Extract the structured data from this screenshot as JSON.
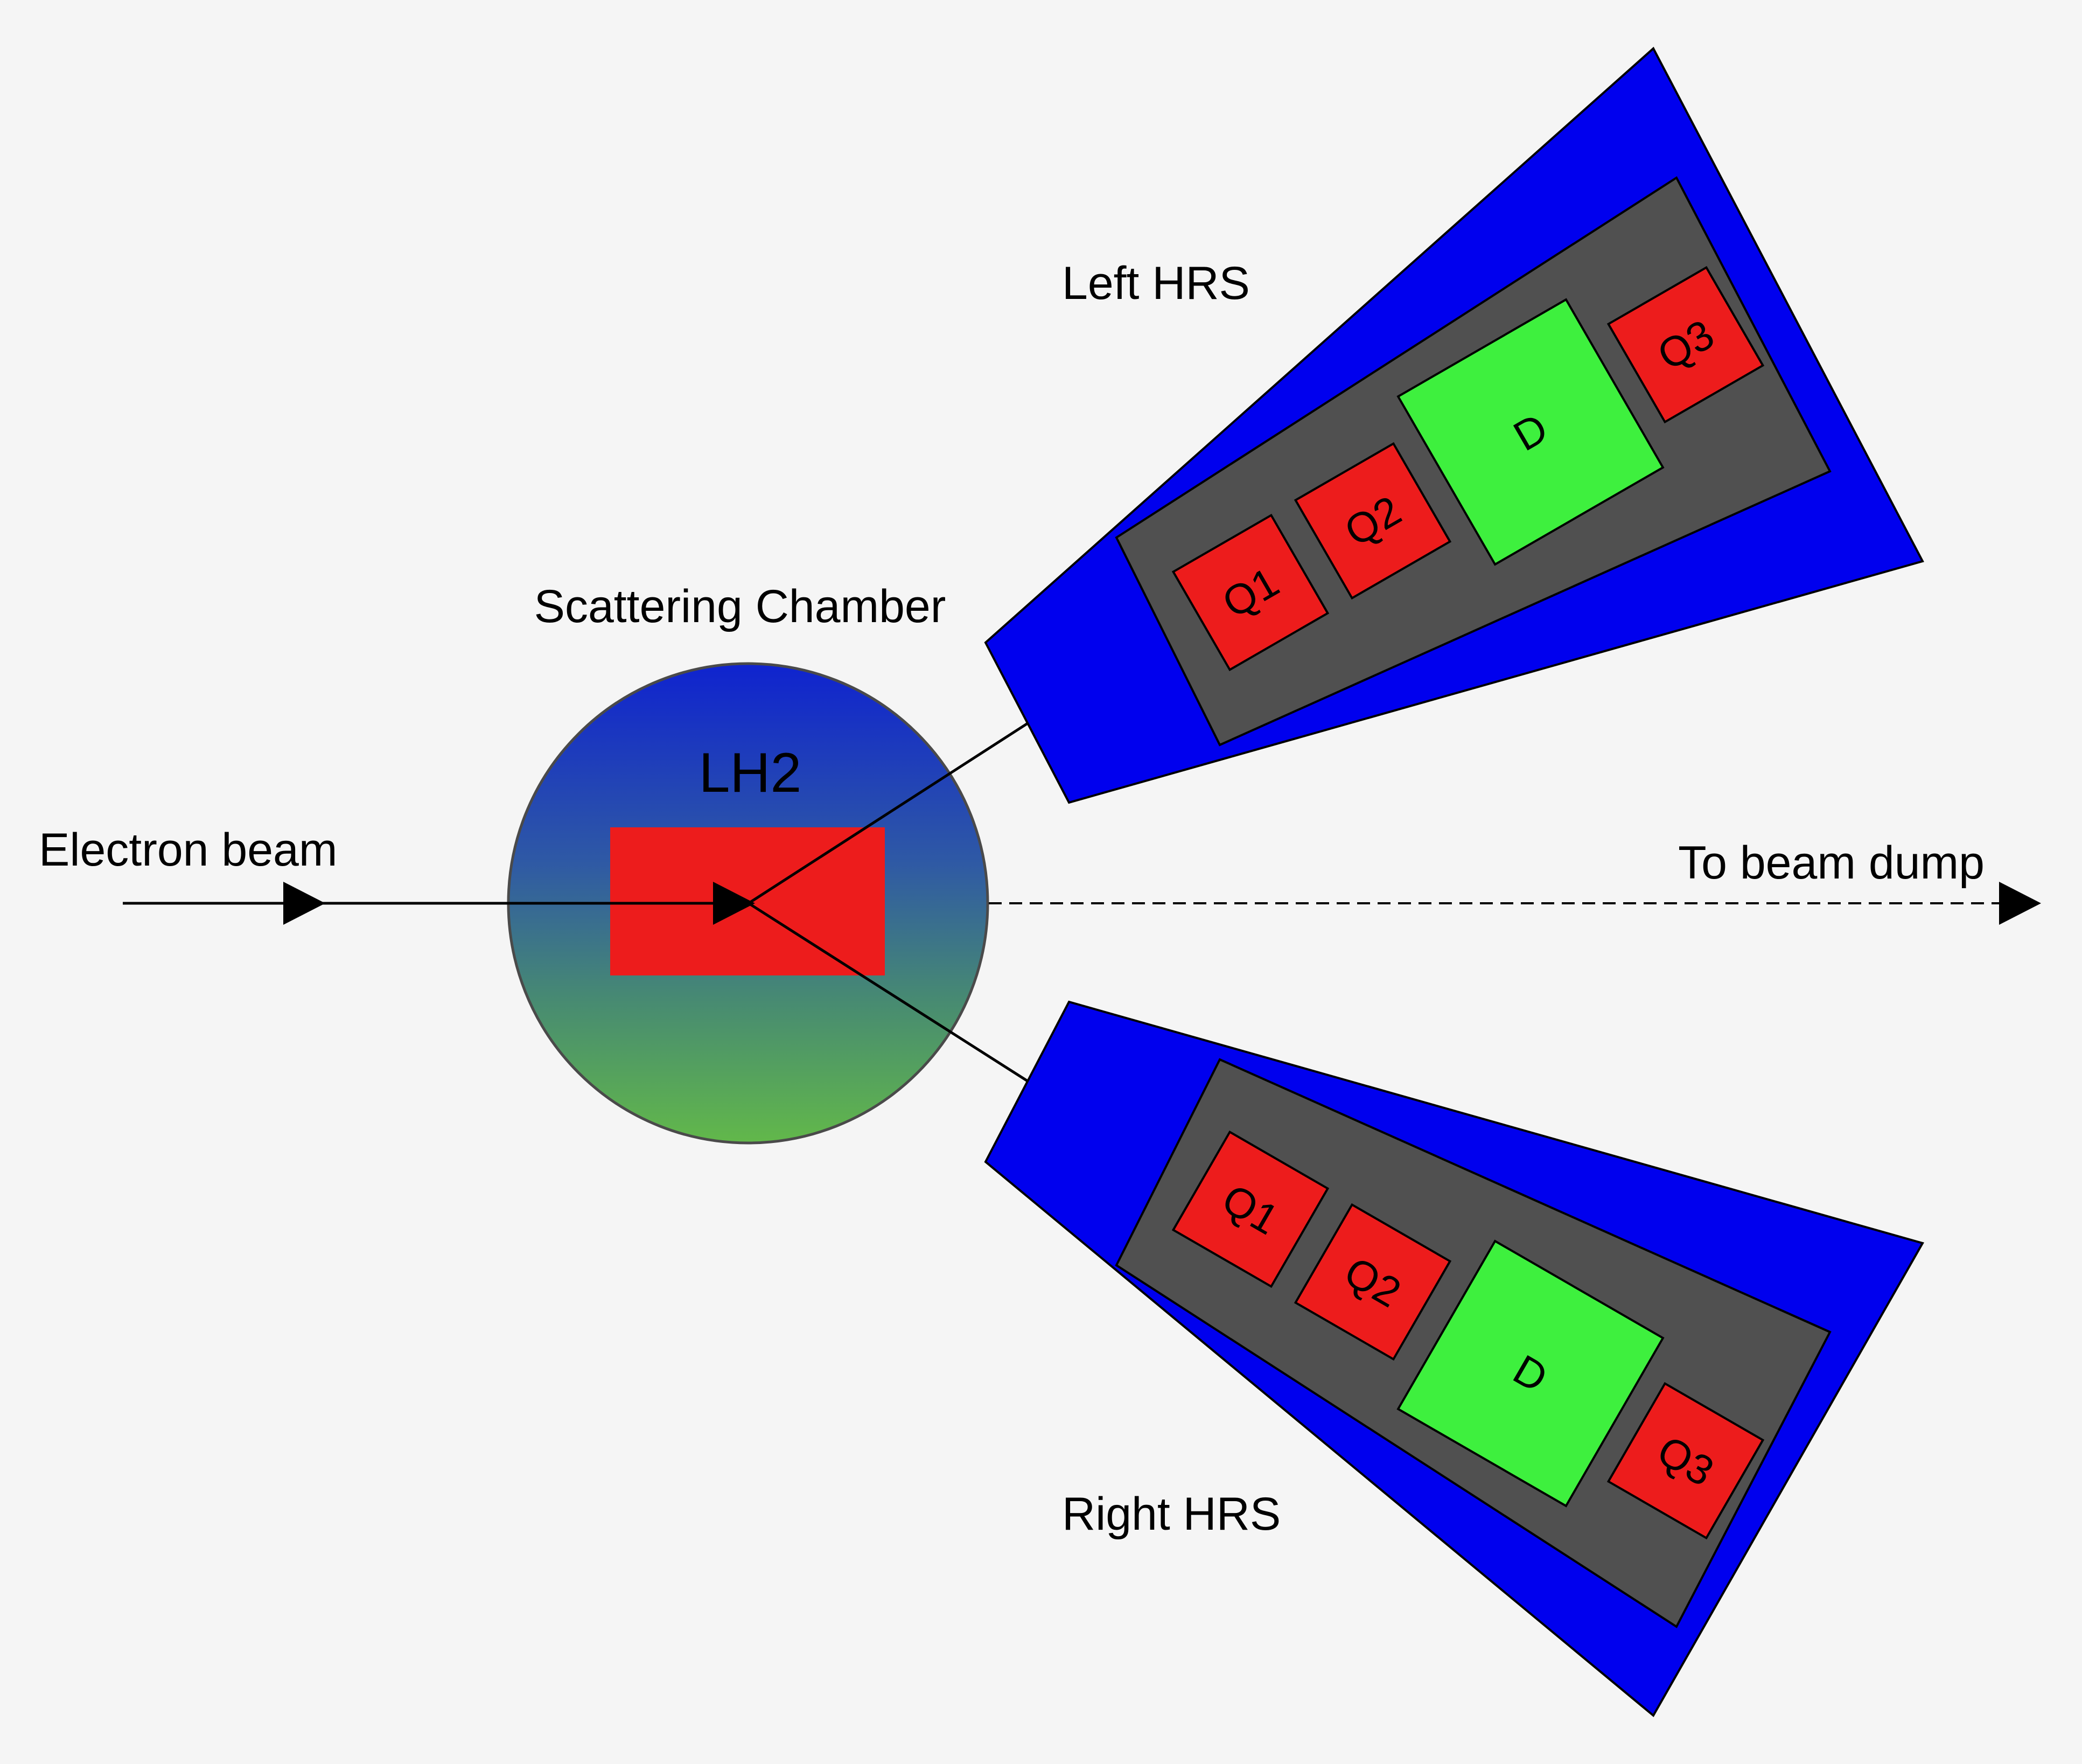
{
  "labels": {
    "electron_beam": "Electron beam",
    "to_beam_dump": "To beam dump",
    "scattering_chamber": "Scattering Chamber",
    "target": "LH2",
    "left_hrs": "Left HRS",
    "right_hrs": "Right HRS"
  },
  "spectrometers": {
    "left": {
      "magnets": [
        "Q1",
        "Q2",
        "D",
        "Q3"
      ]
    },
    "right": {
      "magnets": [
        "Q1",
        "Q2",
        "D",
        "Q3"
      ]
    }
  },
  "colors": {
    "background": "#f5f5f5",
    "spectrometer_shield": "#0000ee",
    "spectrometer_body": "#505050",
    "quadrupole": "#ed1c1c",
    "dipole": "#3ef03e",
    "target": "#ed1c1c",
    "chamber_top": "#0f23cf",
    "chamber_bottom": "#62b84a"
  }
}
